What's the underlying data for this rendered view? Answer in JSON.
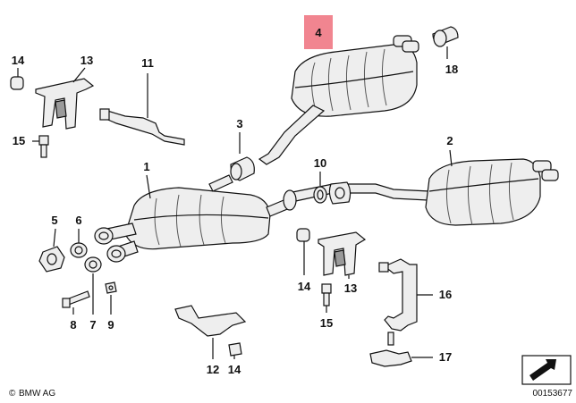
{
  "callouts": {
    "c1": "1",
    "c2": "2",
    "c3": "3",
    "c4": "4",
    "c5": "5",
    "c6": "6",
    "c7": "7",
    "c8": "8",
    "c9": "9",
    "c10": "10",
    "c11": "11",
    "c12": "12",
    "c13a": "13",
    "c13b": "13",
    "c14a": "14",
    "c14b": "14",
    "c14c": "14",
    "c15a": "15",
    "c15b": "15",
    "c16": "16",
    "c17": "17",
    "c18": "18"
  },
  "highlight": {
    "label": "4",
    "color": "#f07884"
  },
  "footer": {
    "brand": "BMW AG",
    "copyright_symbol": "©",
    "diagram_id": "00153677"
  }
}
